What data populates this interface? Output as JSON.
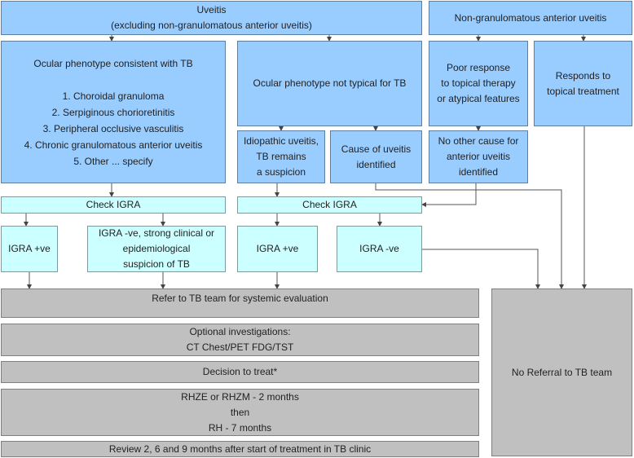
{
  "colors": {
    "primary_box": "#99ccff",
    "igra_box": "#ccffff",
    "outcome_box": "#c0c0c0"
  },
  "nodes": {
    "uveitis": [
      "Uveitis",
      "(excluding non-granulomatous anterior uveitis)"
    ],
    "non_granulomatous": "Non-granulomatous anterior uveitis",
    "phenotype_tb": {
      "title": "Ocular phenotype consistent with TB",
      "items": [
        "1. Choroidal granuloma",
        "2. Serpiginous chorioretinitis",
        "3. Peripheral occlusive vasculitis",
        "4. Chronic granulomatous anterior uveitis",
        "5. Other ... specify"
      ]
    },
    "phenotype_not_tb": "Ocular phenotype not typical for TB",
    "poor_response": [
      "Poor response",
      "to topical therapy",
      "or atypical features"
    ],
    "responds": [
      "Responds to",
      "topical treatment"
    ],
    "idiopathic": [
      "Idiopathic uveitis,",
      "TB remains",
      "a suspicion"
    ],
    "cause_identified": [
      "Cause of uveitis",
      "identified"
    ],
    "no_other_cause": [
      "No other cause for",
      "anterior uveitis",
      "identified"
    ],
    "check_igra_left": "Check IGRA",
    "check_igra_right": "Check IGRA",
    "igra_pos_left": "IGRA +ve",
    "igra_neg_strong": [
      "IGRA -ve, strong clinical or",
      "epidemiological",
      "suspicion of TB"
    ],
    "igra_pos_right": "IGRA +ve",
    "igra_neg": "IGRA -ve",
    "refer": "Refer to TB team for systemic evaluation",
    "optional": [
      "Optional investigations:",
      "CT Chest/PET FDG/TST"
    ],
    "decision": "Decision to treat*",
    "regimen": [
      "RHZE or RHZM  - 2 months",
      "then",
      "RH - 7 months"
    ],
    "review": "Review 2, 6 and 9 months after start of treatment in TB clinic",
    "no_referral": "No Referral to TB team"
  }
}
